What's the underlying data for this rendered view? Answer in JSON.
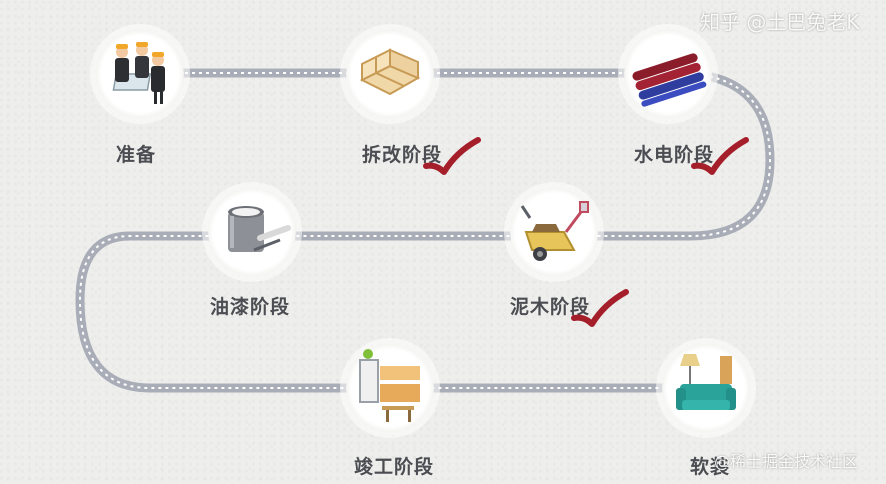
{
  "stages": [
    {
      "label": "准备",
      "icon": "team-planning-icon",
      "done": false
    },
    {
      "label": "拆改阶段",
      "icon": "room-frame-icon",
      "done": true
    },
    {
      "label": "水电阶段",
      "icon": "pipes-icon",
      "done": true
    },
    {
      "label": "泥木阶段",
      "icon": "cement-mixer-icon",
      "done": true
    },
    {
      "label": "油漆阶段",
      "icon": "paint-bucket-icon",
      "done": false
    },
    {
      "label": "竣工阶段",
      "icon": "kitchen-icon",
      "done": false
    },
    {
      "label": "软装",
      "icon": "sofa-lamp-icon",
      "done": false
    }
  ],
  "watermarks": {
    "top": "知乎 @土巴兔老K",
    "bottom": "@稀土掘金技术社区"
  },
  "colors": {
    "path": "#a9adb7",
    "dash": "#ffffff",
    "check": "#a51f2b",
    "label": "#4b4d52"
  }
}
